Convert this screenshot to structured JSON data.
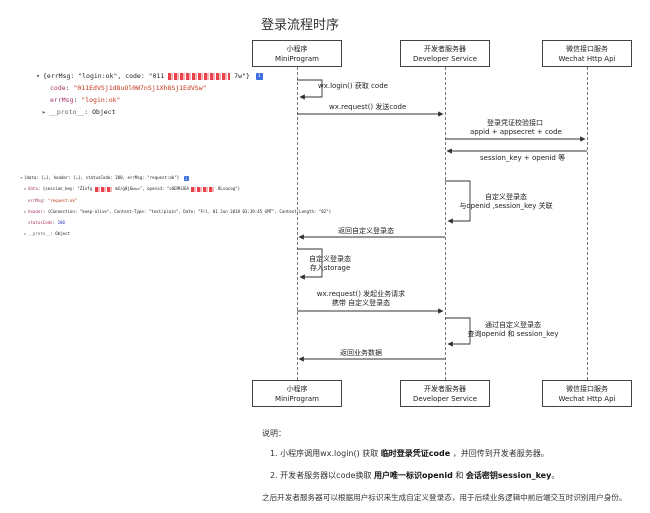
{
  "title": "登录流程时序",
  "console1": {
    "line1": {
      "prefix": "{errMsg: \"login:ok\", code: \"011",
      "suffix": "7w\"}"
    },
    "line2": {
      "key": "code",
      "value": "\"011EdVSj1d8uOl0W7nSj1Xh8Sj1EdVSw\""
    },
    "line3": {
      "key": "errMsg",
      "value": "\"login:ok\""
    },
    "line4": {
      "key": "__proto__",
      "value": "Object"
    },
    "info_icon": "i"
  },
  "console2": {
    "line1": {
      "text": "{data: {…}, header: {…}, statusCode: 200, errMsg: \"request:ok\"}",
      "info_icon": "i"
    },
    "line2": {
      "key": "data",
      "prefix": "{session_key: \"ZIxfg",
      "middle": "mX/g0j6w==\", openid: \"oUEMHJ6A",
      "suffix": "8Lvacog\"}"
    },
    "line3": {
      "key": "errMsg",
      "value": "\"request:ok\""
    },
    "line4": {
      "key": "header",
      "value": "{Connection: \"keep-alive\", Content-Type: \"text/plain\", Date: \"Fri, 01 Jun 2018 03:39:45 GMT\", Content-Length: \"82\"}"
    },
    "line5": {
      "key": "statusCode",
      "value": "200"
    },
    "line6": {
      "key": "__proto__",
      "value": "Object"
    }
  },
  "participants": {
    "mini": {
      "name": "小程序",
      "sub": "MiniProgram"
    },
    "dev": {
      "name": "开发者服务器",
      "sub": "Developer Service"
    },
    "wechat": {
      "name": "微信接口服务",
      "sub": "Wechat Http Api"
    }
  },
  "messages": {
    "m1": "wx.login() 获取 code",
    "m2": "wx.request() 发送code",
    "m3a": "登录凭证校验接口",
    "m3b": "appid + appsecret + code",
    "m4": "session_key + openid 等",
    "m5a": "自定义登录态",
    "m5b": "与openid ,session_key 关联",
    "m6": "返回自定义登录态",
    "m7a": "自定义登录态",
    "m7b": "存入storage",
    "m8a": "wx.request() 发起业务请求",
    "m8b": "携带 自定义登录态",
    "m9a": "通过自定义登录态",
    "m9b": "查询openid 和 session_key",
    "m10": "返回业务数据"
  },
  "explanation": {
    "heading": "说明：",
    "item1": {
      "pre": "1. 小程序调用wx.login() 获取 ",
      "bold": "临时登录凭证code",
      "post": " ，并回传到开发者服务器。"
    },
    "item2": {
      "pre": "2. 开发者服务器以code换取 ",
      "bold1": "用户唯一标识openid",
      "mid": " 和 ",
      "bold2": "会话密钥session_key",
      "post": "。"
    },
    "footer": "之后开发者服务器可以根据用户标识来生成自定义登录态，用于后续业务逻辑中前后端交互时识别用户身份。"
  }
}
